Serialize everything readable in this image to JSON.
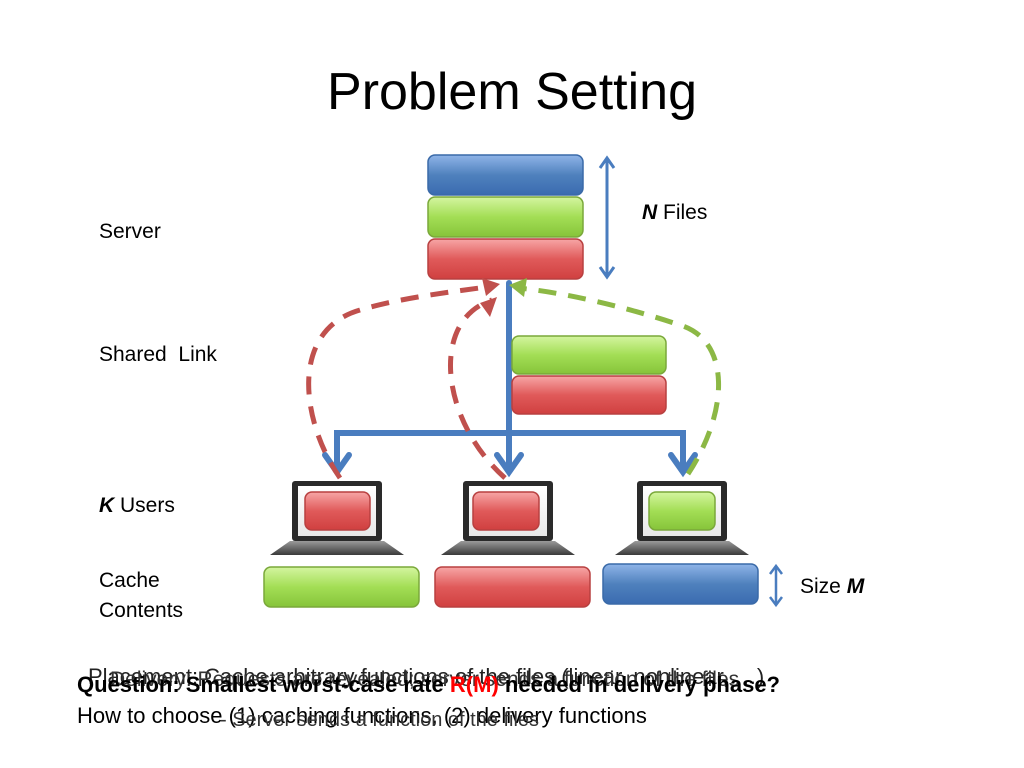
{
  "title": "Problem Setting",
  "labels": {
    "server": "Server",
    "shared_link": "Shared  Link",
    "users_var": "K",
    "users_text": " Users",
    "cache_contents_line1": "Cache",
    "cache_contents_line2": "Contents",
    "files_var": "N",
    "files_text": " Files",
    "size_text": "Size ",
    "size_var": "M"
  },
  "overlay": {
    "placement_line": "Placement: Cache arbitrary functions of the files (linear, nonlinear, …)",
    "delivery_line": "Delivery: Requests are revealed; server sends a function of the files",
    "question_prefix": "Question: Smallest worst-case rate ",
    "question_rate": "R(M)",
    "question_suffix": " needed in delivery phase?",
    "how_to_choose": "How to choose (1) caching functions, (2) delivery functions",
    "server_sends": "- Server sends a function of the files"
  },
  "colors": {
    "blue": "#4f81bd",
    "green": "#9bd44a",
    "red": "#e05555",
    "link": "#4a7dbf",
    "dash_red": "#c0504d",
    "dash_green": "#8cb845",
    "rate_red": "#ff0000"
  }
}
